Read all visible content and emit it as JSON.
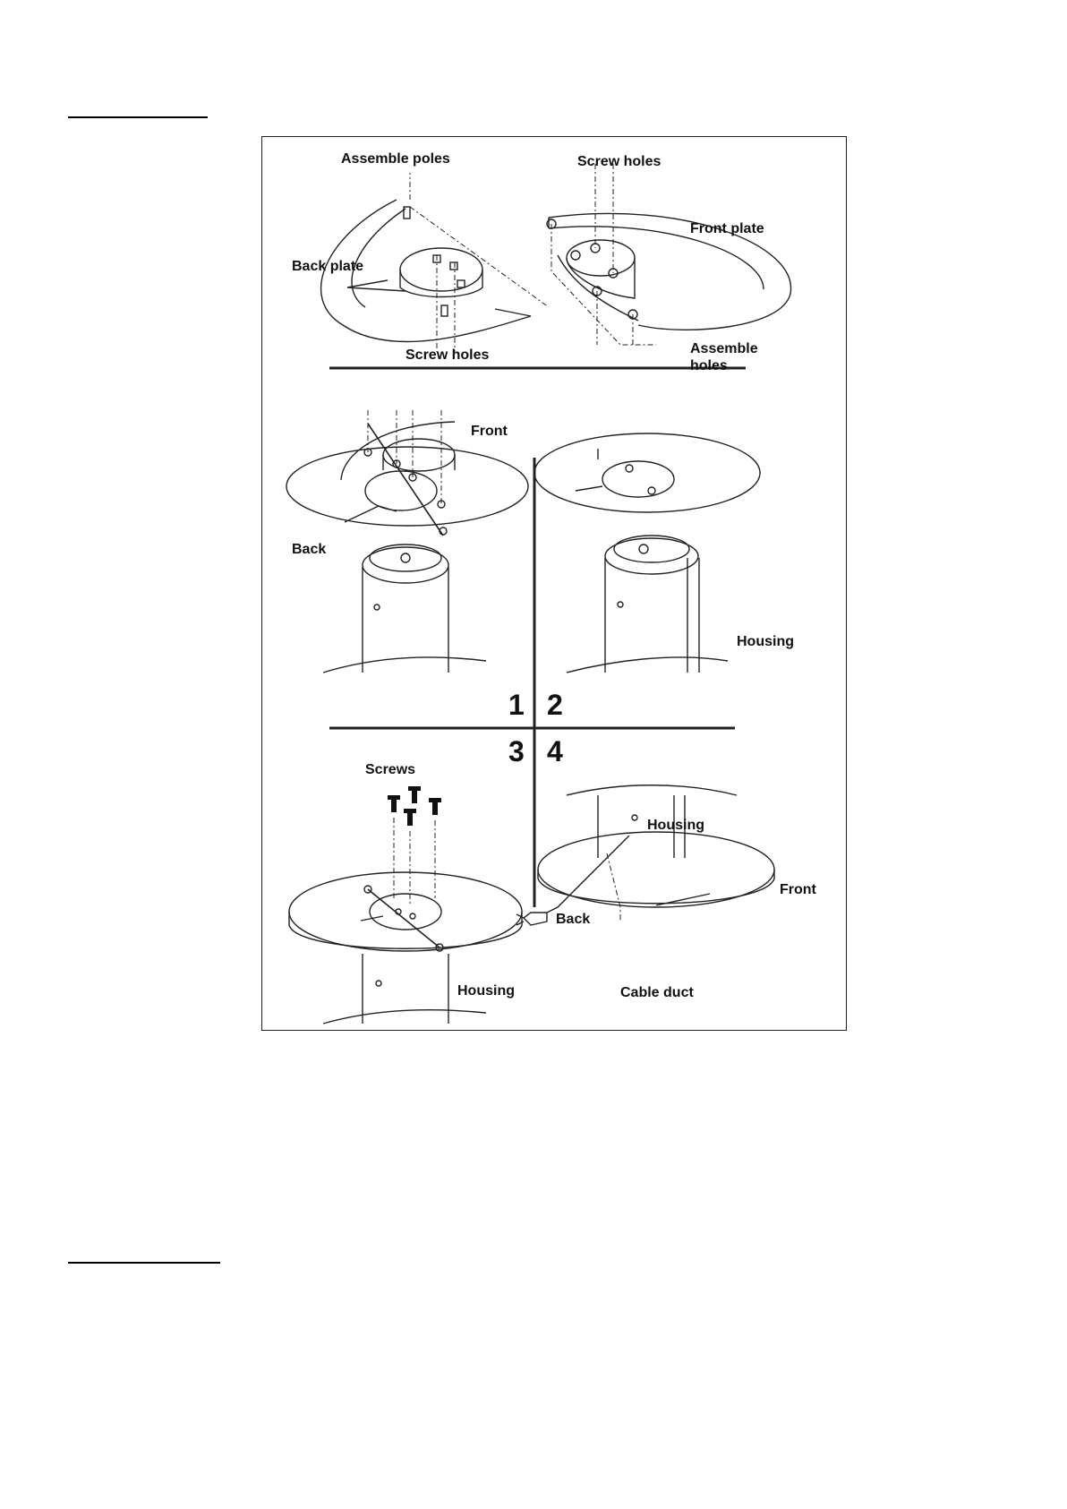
{
  "panel_top": {
    "assemble_poles": "Assemble poles",
    "screw_holes_right": "Screw holes",
    "front_plate": "Front plate",
    "back_plate": "Back plate",
    "screw_holes_left": "Screw holes",
    "assemble_holes_line1": "Assemble",
    "assemble_holes_line2": "holes"
  },
  "step1": {
    "front": "Front",
    "back": "Back"
  },
  "step2": {
    "housing": "Housing"
  },
  "step3": {
    "screws": "Screws",
    "housing": "Housing"
  },
  "step4": {
    "housing": "Housing",
    "front": "Front",
    "back": "Back",
    "cable_duct": "Cable duct"
  },
  "step_numbers": {
    "one": "1",
    "two": "2",
    "three": "3",
    "four": "4"
  }
}
